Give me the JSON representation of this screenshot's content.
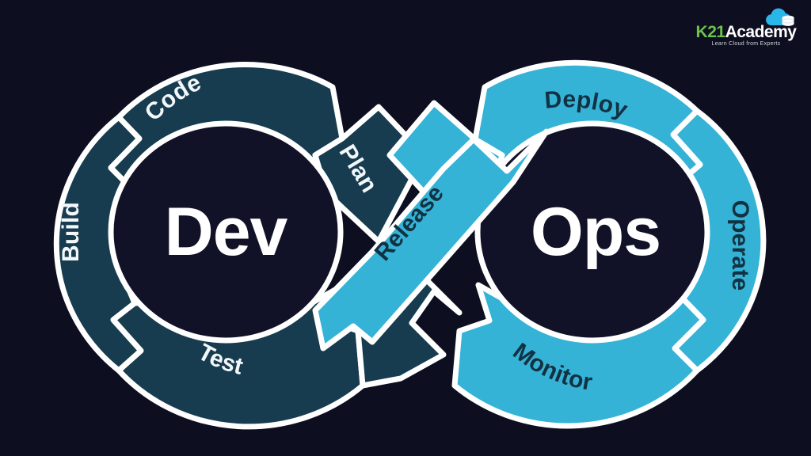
{
  "background_color": "#0d0e1f",
  "palette": {
    "dark_teal": "#173b4f",
    "light_blue": "#35b3d7",
    "outline": "#ffffff",
    "inner_hole": "#111227",
    "label_dark": "#123243",
    "label_light": "#f2f7fa",
    "logo_green": "#6cc24a",
    "logo_white": "#ffffff"
  },
  "diagram": {
    "type": "devops-infinity-loop",
    "center_labels": {
      "left": "Dev",
      "right": "Ops"
    },
    "stages": [
      {
        "id": "plan",
        "label": "Plan",
        "side": "dev",
        "fill": "dark_teal",
        "text": "label_light"
      },
      {
        "id": "code",
        "label": "Code",
        "side": "dev",
        "fill": "dark_teal",
        "text": "label_light"
      },
      {
        "id": "build",
        "label": "Build",
        "side": "dev",
        "fill": "dark_teal",
        "text": "label_light"
      },
      {
        "id": "test",
        "label": "Test",
        "side": "dev",
        "fill": "dark_teal",
        "text": "label_light"
      },
      {
        "id": "release",
        "label": "Release",
        "side": "bridge",
        "fill": "light_blue",
        "text": "label_dark"
      },
      {
        "id": "deploy",
        "label": "Deploy",
        "side": "ops",
        "fill": "light_blue",
        "text": "label_dark"
      },
      {
        "id": "operate",
        "label": "Operate",
        "side": "ops",
        "fill": "light_blue",
        "text": "label_dark"
      },
      {
        "id": "monitor",
        "label": "Monitor",
        "side": "ops",
        "fill": "light_blue",
        "text": "label_dark"
      }
    ]
  },
  "logo": {
    "name_prefix": "K21",
    "name_suffix": "Academy",
    "tagline": "Learn Cloud from Experts",
    "icon": "cloud-database-icon"
  }
}
